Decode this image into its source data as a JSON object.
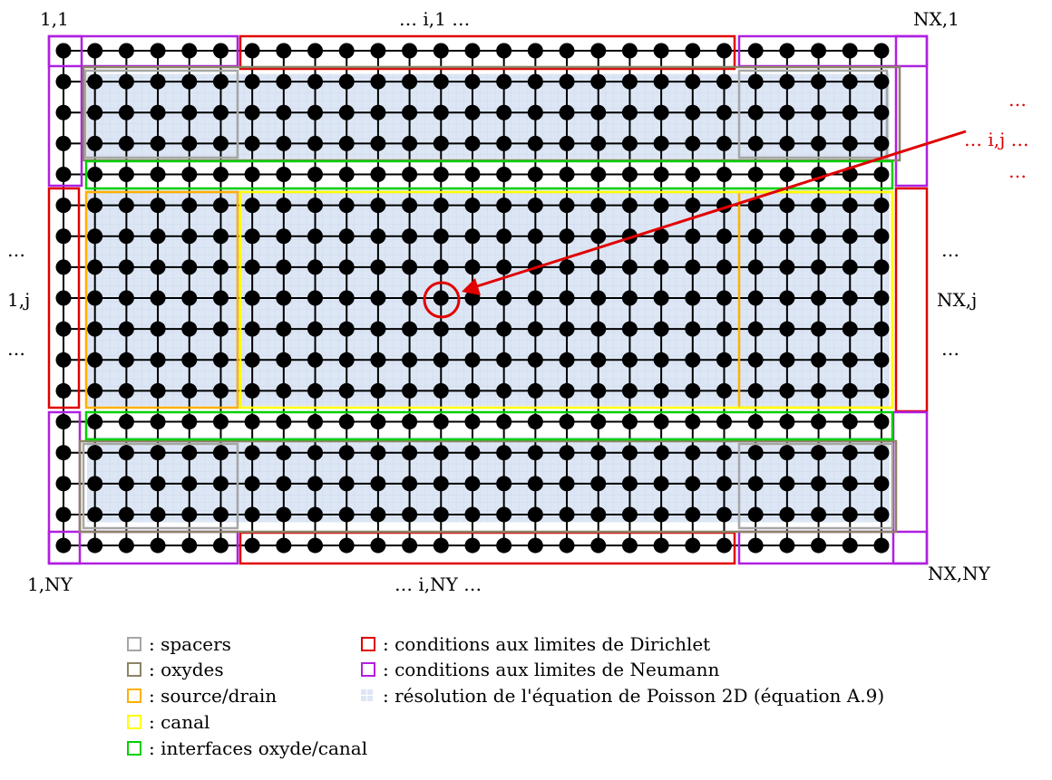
{
  "grid": {
    "cols": 27,
    "rows": 17
  },
  "labels": {
    "corner_tl": "1,1",
    "top_mid": "…  i,1  …",
    "corner_tr": "NX,1",
    "left_dots_top": "…",
    "left_mid": "1,j",
    "left_dots_bottom": "…",
    "right_dots_top": "…",
    "right_mid": "NX,j",
    "right_dots_bottom": "…",
    "corner_bl": "1,NY",
    "bottom_mid": "…  i,NY  …",
    "corner_br": "NX,NY",
    "point_dots_top": "…",
    "point_mid": "… i,j …",
    "point_dots_bottom": "…"
  },
  "colors": {
    "spacers": "#a6a6a6",
    "oxydes": "#8c8466",
    "source_drain": "#ffb000",
    "canal": "#ffff00",
    "interfaces": "#00d000",
    "dirichlet": "#e00000",
    "neumann": "#b020e0",
    "poisson_fill": "#dde6f4",
    "node": "#000000",
    "highlight": "#e00000"
  },
  "legend": [
    {
      "key": "spacers",
      "text": ": spacers"
    },
    {
      "key": "oxydes",
      "text": ": oxydes"
    },
    {
      "key": "source_drain",
      "text": ": source/drain"
    },
    {
      "key": "canal",
      "text": ": canal"
    },
    {
      "key": "interfaces",
      "text": ": interfaces oxyde/canal"
    },
    {
      "key": "dirichlet",
      "text": ": conditions aux limites de Dirichlet"
    },
    {
      "key": "neumann",
      "text": ": conditions aux limites de Neumann"
    },
    {
      "key": "poisson_fill",
      "text": ": résolution de l'équation de Poisson 2D (équation A.9)"
    }
  ]
}
